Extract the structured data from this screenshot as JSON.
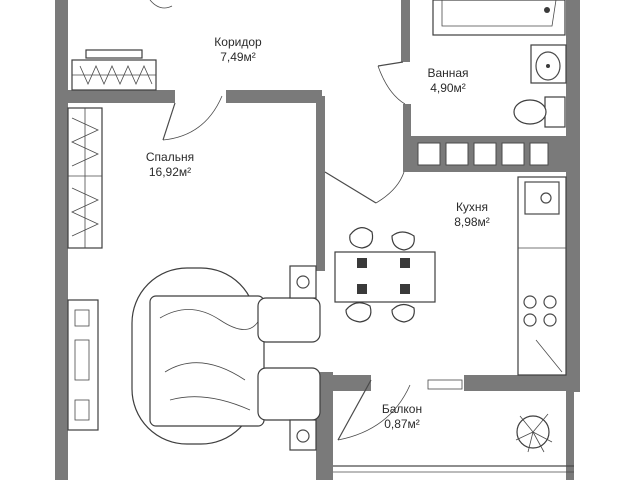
{
  "rooms": {
    "corridor": {
      "name": "Коридор",
      "area": "7,49м²"
    },
    "bathroom": {
      "name": "Ванная",
      "area": "4,90м²"
    },
    "bedroom": {
      "name": "Спальня",
      "area": "16,92м²"
    },
    "kitchen": {
      "name": "Кухня",
      "area": "8,98м²"
    },
    "balcony": {
      "name": "Балкон",
      "area": "0,87м²"
    }
  },
  "colors": {
    "wall": "#7a7a7a",
    "line": "#4a4a4a",
    "background": "#ffffff"
  }
}
